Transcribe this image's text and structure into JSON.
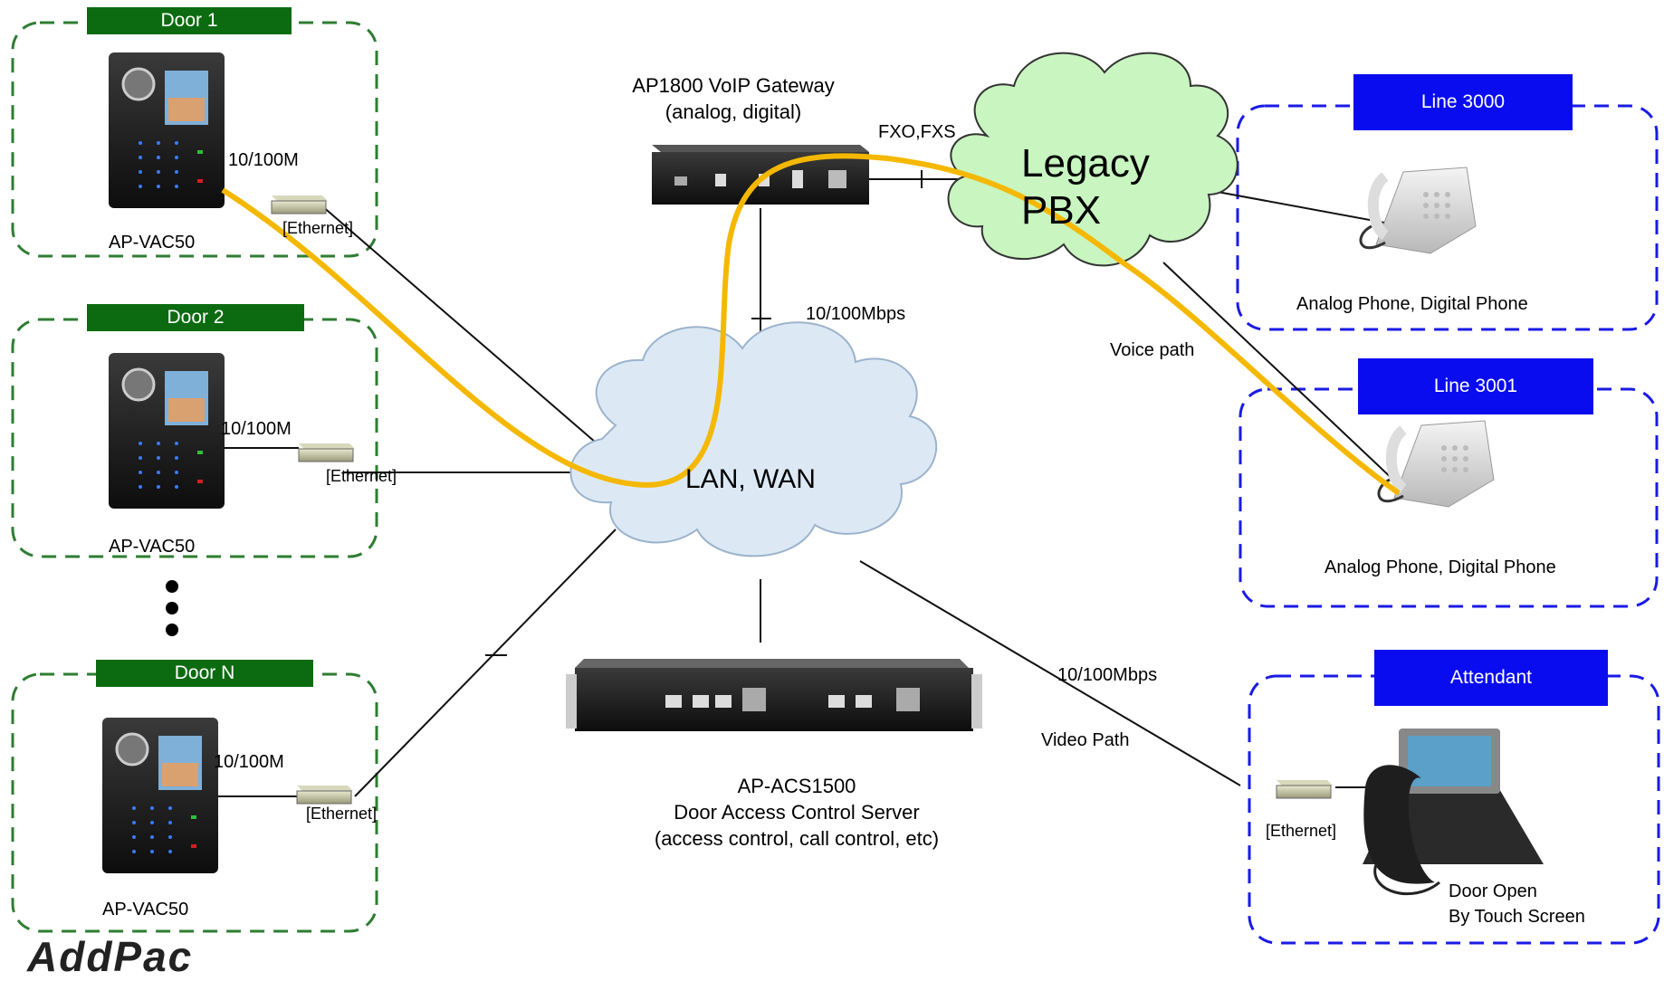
{
  "doors": [
    {
      "tag": "Door 1",
      "link": "10/100M",
      "switch": "[Ethernet]",
      "device": "AP-VAC50"
    },
    {
      "tag": "Door 2",
      "link": "10/100M",
      "switch": "[Ethernet]",
      "device": "AP-VAC50"
    },
    {
      "tag": "Door N",
      "link": "10/100M",
      "switch": "[Ethernet]",
      "device": "AP-VAC50"
    }
  ],
  "gateway": {
    "title_line1": "AP1800 VoIP Gateway",
    "title_line2": "(analog, digital)",
    "link": "10/100Mbps",
    "port_label": "FXO,FXS"
  },
  "pbx": {
    "line1": "Legacy",
    "line2": "PBX"
  },
  "network": {
    "label": "LAN, WAN"
  },
  "lines": [
    {
      "tag": "Line 3000",
      "caption": "Analog Phone, Digital Phone"
    },
    {
      "tag": "Line 3001",
      "caption": "Analog Phone, Digital Phone"
    }
  ],
  "voice_path": "Voice path",
  "server": {
    "line1": "AP-ACS1500",
    "line2": "Door Access Control Server",
    "line3": "(access control, call control, etc)"
  },
  "video": {
    "link": "10/100Mbps",
    "path": "Video Path"
  },
  "attendant": {
    "tag": "Attendant",
    "switch": "[Ethernet]",
    "caption_line1": "Door Open",
    "caption_line2": "By Touch Screen"
  },
  "colors": {
    "door_group": "#2e7d32",
    "line_group": "#1a1ae6",
    "voice_path": "#f5b800",
    "cloud_pbx": "#c8f5c0",
    "cloud_lan": "#dce9f5"
  }
}
